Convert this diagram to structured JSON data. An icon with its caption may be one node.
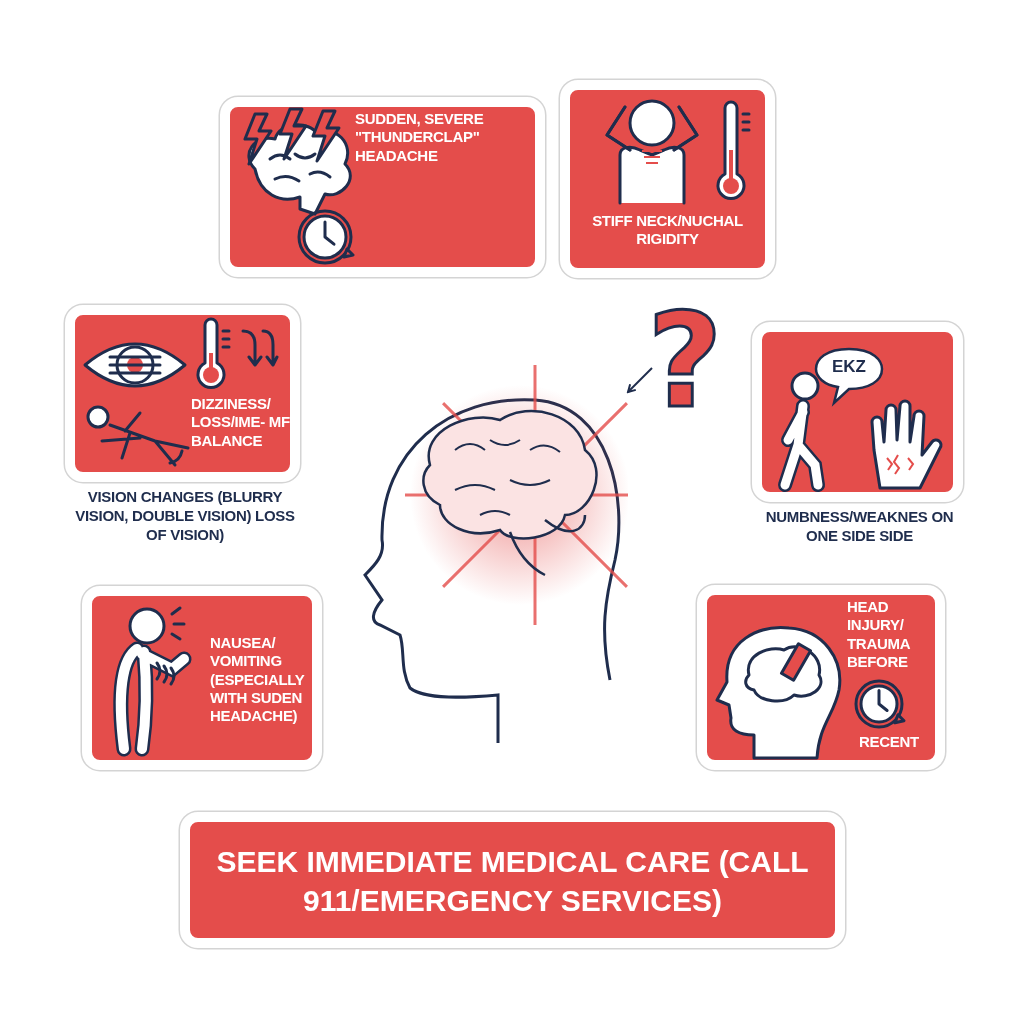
{
  "diagram": {
    "nodes": [
      {
        "text": [
          "SUDDEN, SEVERE \"THUNDERCLAP\" HEADACHE"
        ]
      },
      {
        "text": [
          "STIFF NECK/NUCHAL RIGIDITY"
        ]
      },
      {
        "text": [
          "?"
        ]
      },
      {
        "text": [
          "DIZZINESS/ LOSS/IME- MF BALANCE"
        ],
        "beside": [
          "VISION CHANGES (BLURRY VISION, DOUBLE VISION) LOSS OF VISION)"
        ]
      },
      {
        "text": [],
        "shape": "picture"
      },
      {
        "text": [],
        "shape": "box",
        "beside": [
          "NUMBNESS/WEAKNES ON ONE SIDE SIDE"
        ]
      },
      {
        "text": [
          "EKZ"
        ],
        "in": 5
      },
      {
        "text": [
          "NAUSEA/ VOMITING (ESPECIALLY WITH SUDEN HEADACHE)"
        ]
      },
      {
        "text": [
          "HEAD INJURY/ TRAUMA BEFORE",
          "RECENT"
        ]
      },
      {
        "text": [
          "SEEK IMMEDIATE MEDICAL CARE (CALL 911/EMERGENCY SERVICES)"
        ]
      }
    ],
    "edges": [
      {
        "from": 2,
        "to": 4,
        "arrow": "to"
      }
    ]
  }
}
